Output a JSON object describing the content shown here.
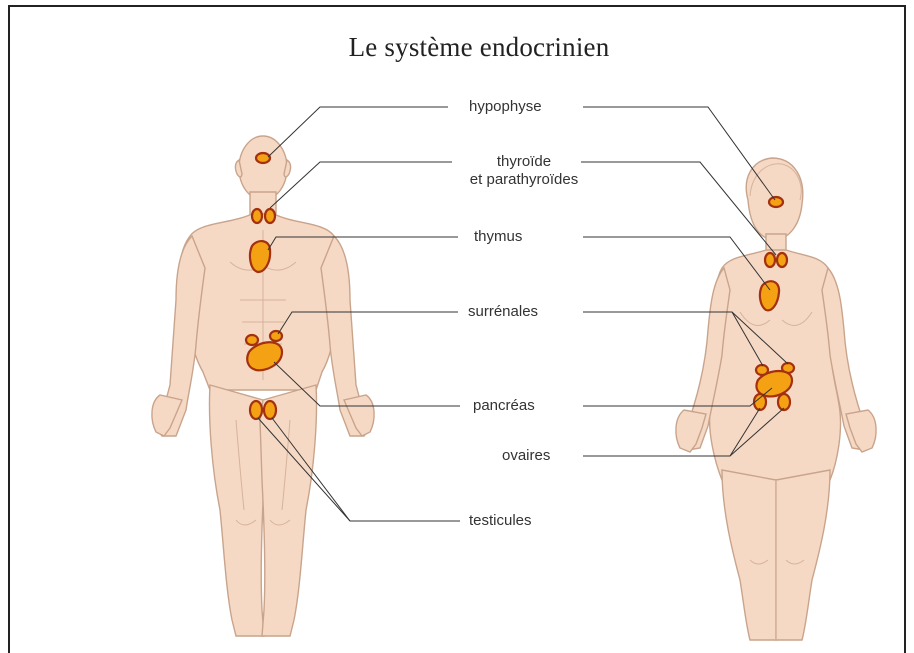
{
  "title": "Le système endocrinien",
  "labels": {
    "hypophyse": "hypophyse",
    "thyroide_line1": "thyroïde",
    "thyroide_line2": "et parathyroïdes",
    "thymus": "thymus",
    "surrenales": "surrénales",
    "pancreas": "pancréas",
    "ovaires": "ovaires",
    "testicules": "testicules"
  },
  "colors": {
    "skin": "#f6d9c4",
    "skin_outline": "#c9a48c",
    "gland_fill": "#f4a214",
    "gland_outline": "#a3300f",
    "leader_line": "#333333"
  }
}
